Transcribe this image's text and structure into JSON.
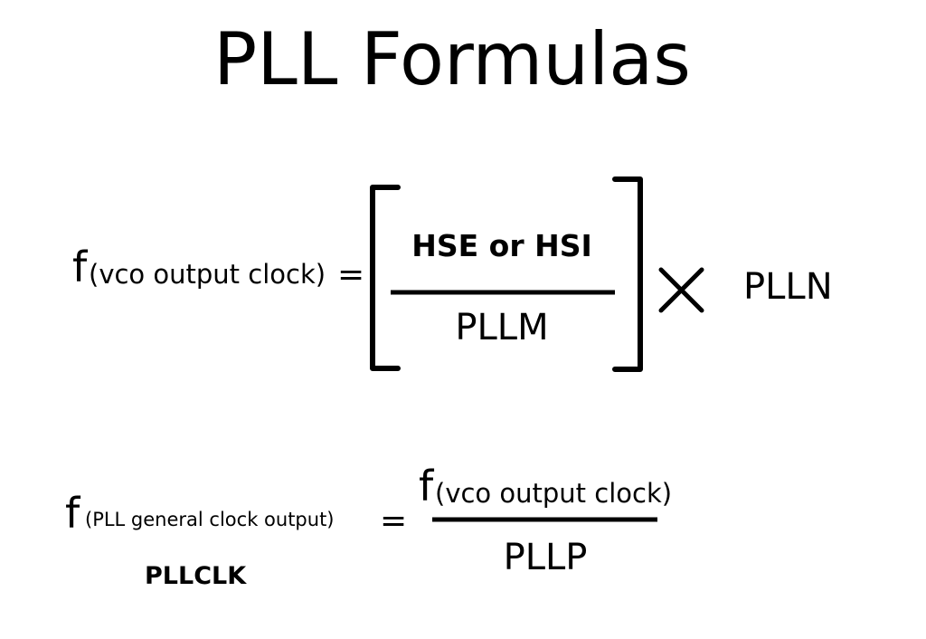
{
  "title": "PLL Formulas",
  "formula_vco": {
    "lhs_symbol": "f",
    "lhs_subscript": "(vco output clock)",
    "equals": "=",
    "numerator": "HSE or HSI",
    "denominator": "PLLM",
    "multiplier": "PLLN"
  },
  "formula_pll": {
    "lhs_symbol": "f",
    "lhs_subscript": "(PLL general clock output)",
    "lhs_caption": "PLLCLK",
    "equals": "=",
    "numerator_symbol": "f",
    "numerator_subscript": "(vco output clock)",
    "denominator": "PLLP"
  },
  "icons": {
    "multiply": "multiply-icon"
  }
}
